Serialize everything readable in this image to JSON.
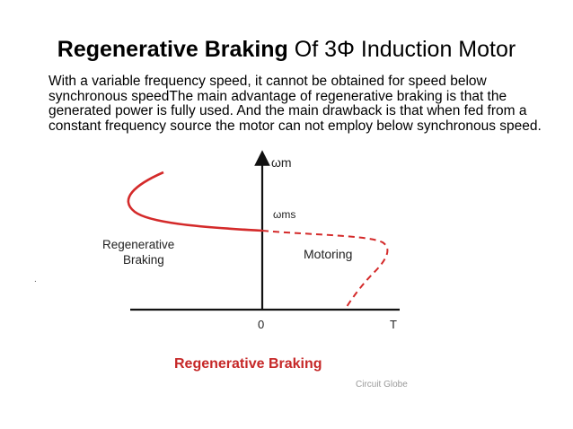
{
  "slide": {
    "title_bold": "Regenerative Braking",
    "title_rest": " Of 3Φ Induction Motor",
    "body": "With a variable frequency speed, it cannot be obtained for speed below synchronous speedThe main advantage of regenerative braking is that the generated power is fully used. And the main drawback is that when fed from a constant frequency source the motor can not employ below synchronous speed.",
    "stray_mark": "."
  },
  "diagram": {
    "y_axis_label": "ωm",
    "sync_speed_label": "ωms",
    "origin_label": "0",
    "x_axis_label": "T",
    "regen_label_line1": "Regenerative",
    "regen_label_line2": "Braking",
    "motoring_label": "Motoring",
    "caption": "Regenerative Braking",
    "watermark": "Circuit Globe",
    "colors": {
      "regen_curve": "#d42a2a",
      "caption": "#c62828",
      "axes": "#111111",
      "motoring_curve": "#d42a2a",
      "watermark": "#9a9a9a"
    }
  }
}
